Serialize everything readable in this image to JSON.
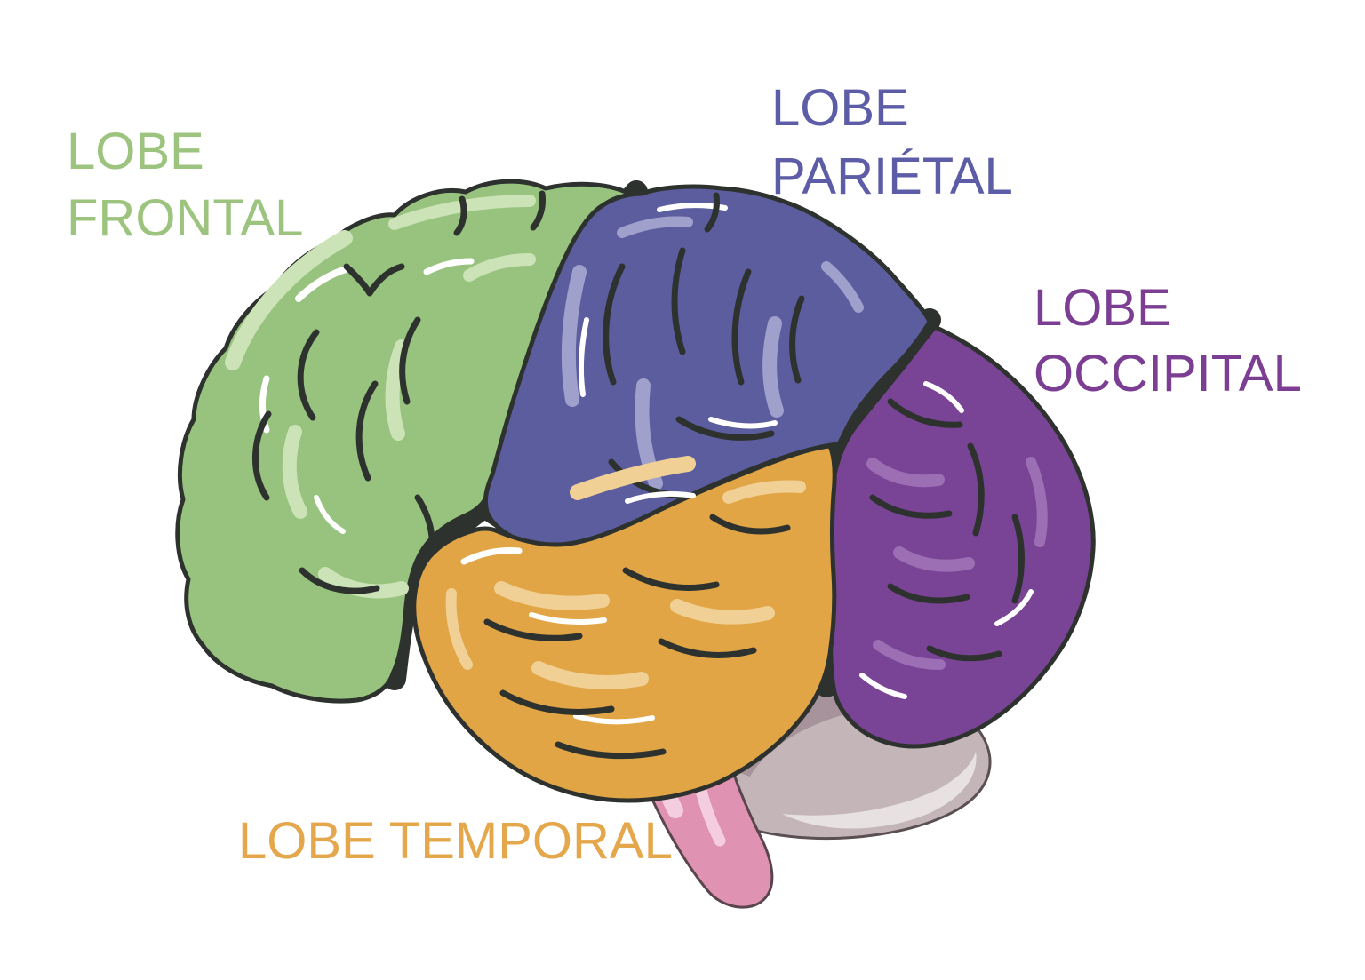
{
  "background": "#ffffff",
  "labels": {
    "frontal": {
      "line1": "LOBE",
      "line2": "FRONTAL",
      "color": "#9cc47f"
    },
    "parietal": {
      "line1": "LOBE",
      "line2": "PARIÉTAL",
      "color": "#5c5da6"
    },
    "occipital": {
      "line1": "LOBE",
      "line2": "OCCIPITAL",
      "color": "#7b3e92"
    },
    "temporal": {
      "text": "LOBE TEMPORAL",
      "color": "#e4a74b"
    }
  },
  "regions": {
    "frontal": {
      "fill": "#97c37e",
      "highlight": "#cbe3b6"
    },
    "parietal": {
      "fill": "#5c5d9f",
      "highlight": "#9fa1cc"
    },
    "occipital": {
      "fill": "#7a4496",
      "highlight": "#9c6eb4"
    },
    "temporal": {
      "fill": "#e2a546",
      "highlight": "#f0d094"
    },
    "cerebellum": {
      "fill": "#c4b6b8",
      "shadow": "#a7939b",
      "highlight": "#e8e1e2"
    },
    "brainstem": {
      "fill": "#e092b3",
      "highlight": "#f4cede"
    },
    "outline": "#2e322e"
  }
}
